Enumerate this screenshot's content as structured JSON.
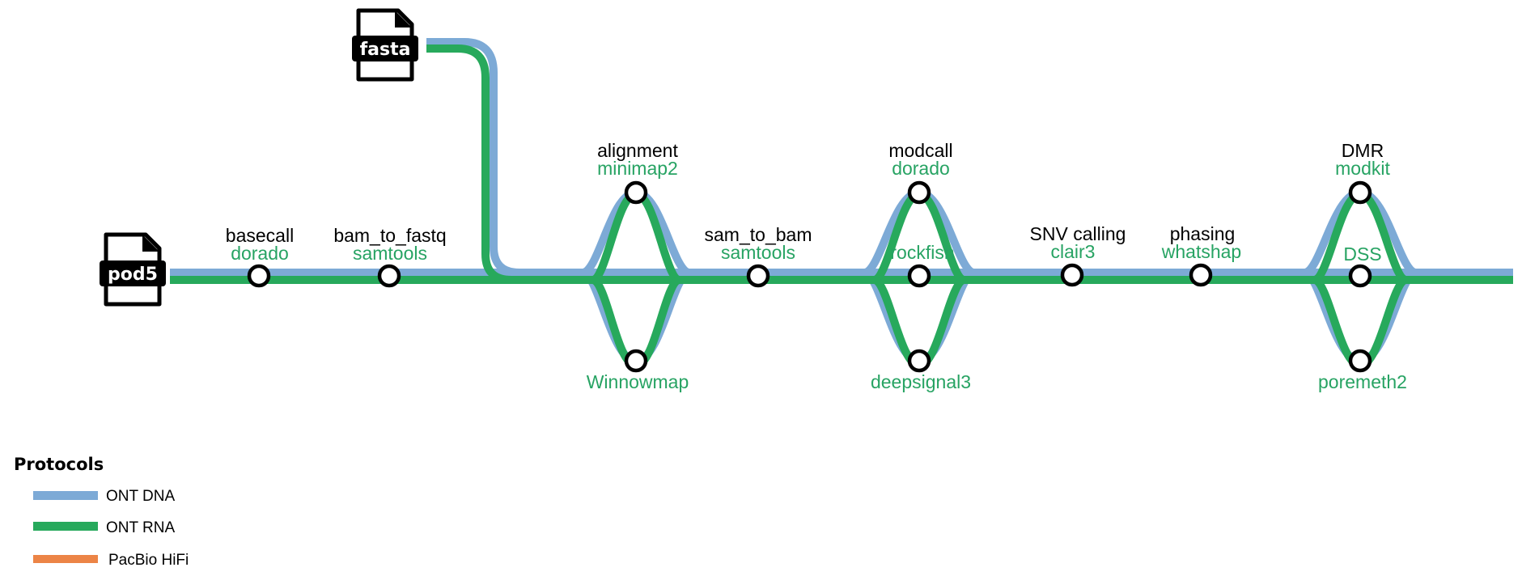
{
  "colors": {
    "ont_dna": "#7daad6",
    "ont_rna": "#27a95c",
    "pacbio_hifi": "#ec8446",
    "tool_text": "#27a363"
  },
  "inputs": {
    "pod5": "pod5",
    "fasta": "fasta"
  },
  "steps": [
    {
      "id": "basecall",
      "label": "basecall",
      "tools": [
        "dorado"
      ]
    },
    {
      "id": "bam_to_fastq",
      "label": "bam_to_fastq",
      "tools": [
        "samtools"
      ]
    },
    {
      "id": "alignment",
      "label": "alignment",
      "tools": [
        "minimap2",
        "Winnowmap"
      ]
    },
    {
      "id": "sam_to_bam",
      "label": "sam_to_bam",
      "tools": [
        "samtools"
      ]
    },
    {
      "id": "modcall",
      "label": "modcall",
      "tools": [
        "dorado",
        "rockfish",
        "deepsignal3"
      ]
    },
    {
      "id": "snv_calling",
      "label": "SNV calling",
      "tools": [
        "clair3"
      ]
    },
    {
      "id": "phasing",
      "label": "phasing",
      "tools": [
        "whatshap"
      ]
    },
    {
      "id": "dmr",
      "label": "DMR",
      "tools": [
        "modkit",
        "DSS",
        "poremeth2"
      ]
    }
  ],
  "legend": {
    "title": "Protocols",
    "items": [
      {
        "label": "ONT DNA",
        "color": "#7daad6"
      },
      {
        "label": "ONT RNA",
        "color": "#27a95c"
      },
      {
        "label": "PacBio HiFi",
        "color": "#ec8446"
      }
    ]
  }
}
